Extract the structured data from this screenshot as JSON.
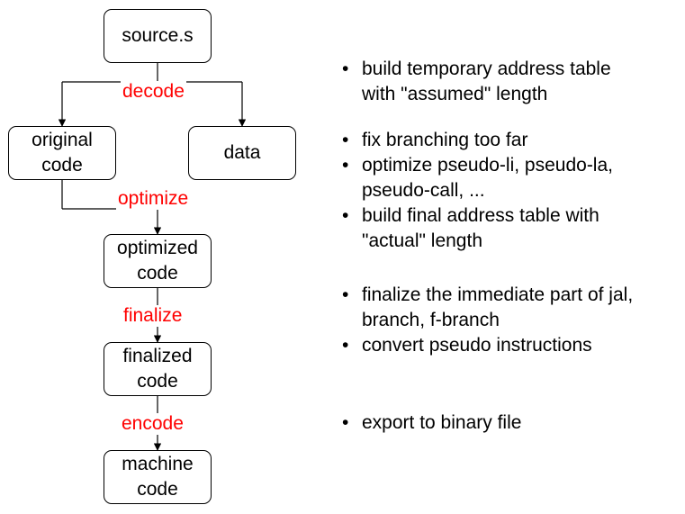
{
  "colors": {
    "stroke": "#000000",
    "step_label": "#ff0000"
  },
  "boxes": {
    "source": "source.s",
    "original": "original\ncode",
    "data": "data",
    "optimized": "optimized\ncode",
    "finalized": "finalized\ncode",
    "machine": "machine\ncode"
  },
  "steps": {
    "decode": "decode",
    "optimize": "optimize",
    "finalize": "finalize",
    "encode": "encode"
  },
  "notes": {
    "decode": [
      "build temporary address table with \"assumed\" length"
    ],
    "optimize": [
      "fix branching too far",
      "optimize pseudo-li, pseudo-la, pseudo-call, ...",
      "build final address table with \"actual\" length"
    ],
    "finalize": [
      "finalize the immediate part of jal, branch, f-branch",
      "convert pseudo instructions"
    ],
    "encode": [
      "export to binary file"
    ]
  }
}
